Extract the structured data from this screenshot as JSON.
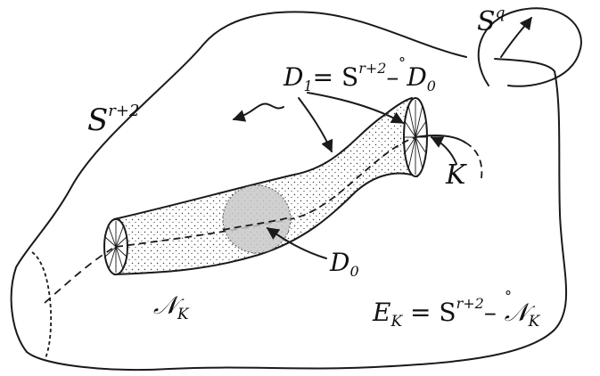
{
  "labels": {
    "sphere_base": "S",
    "sphere_sup": "r+2",
    "sq_base": "S",
    "sq_sup": "q",
    "d1_base": "D",
    "d1_sub": "1",
    "d1_eq": "= S",
    "d1_sup": "r+2",
    "d1_minus": "– ",
    "d1_rhs": "D",
    "d1_rhs_sub": "0",
    "ring": "°",
    "k": "K",
    "d0_base": "D",
    "d0_sub": "0",
    "nk_base": "𝒩",
    "nk_sub": "K",
    "ek_base": "E",
    "ek_sub": "K",
    "ek_eq": " = S",
    "ek_sup": "r+2",
    "ek_minus": "– ",
    "ek_rhs": "𝒩",
    "ek_rhs_sub": "K"
  },
  "colors": {
    "ink": "#1a1a1a",
    "disk_fill": "#c8c8c8",
    "tube_fill": "#f4f4f4",
    "dots": "#3a3a3a"
  }
}
